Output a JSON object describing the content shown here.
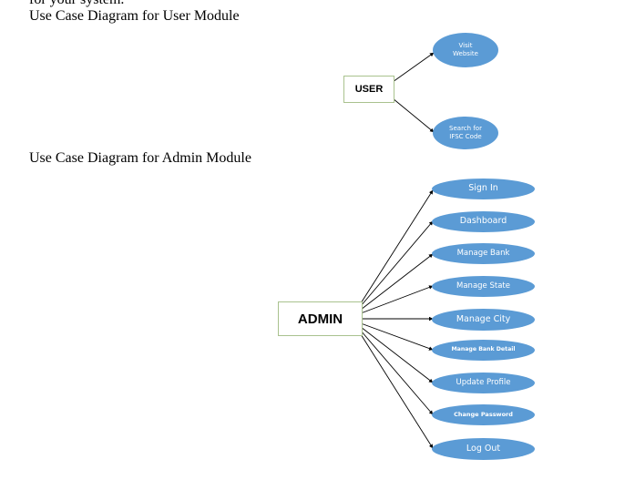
{
  "clipped_text": "for your system.",
  "user_section": {
    "heading": "Use Case Diagram for User Module",
    "actor": "USER",
    "use_cases": [
      {
        "line1": "Visit",
        "line2": "Website"
      },
      {
        "line1": "Search for",
        "line2": "IFSC Code"
      }
    ]
  },
  "admin_section": {
    "heading": "Use Case Diagram for Admin Module",
    "actor": "ADMIN",
    "use_cases": [
      "Sign In",
      "Dashboard",
      "Manage Bank",
      "Manage State",
      "Manage City",
      "Manage Bank Detail",
      "Update Profile",
      "Change Password",
      "Log Out"
    ]
  },
  "colors": {
    "use_case_fill": "#5b9bd5",
    "use_case_text": "#ffffff",
    "actor_border": "#a9c28e",
    "connector": "#000000"
  }
}
